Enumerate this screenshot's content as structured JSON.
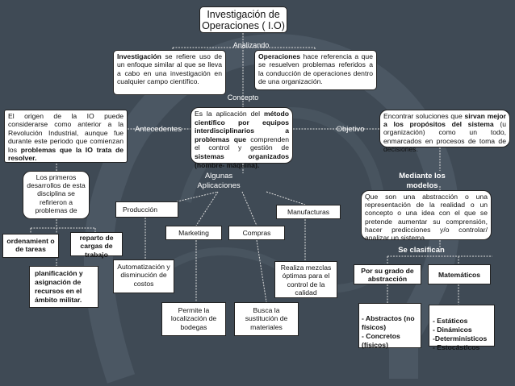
{
  "title": "Investigación de Operaciones ( I.O)",
  "labels": {
    "analizando": "Analizando",
    "concepto": "Concepto",
    "antecedentes": "Antecedentes",
    "objetivo": "Objetivo",
    "algunas_aplicaciones": "Algunas Aplicaciones",
    "mediante_modelos": "Mediante los modelos",
    "se_clasifican": "Se clasifican"
  },
  "boxes": {
    "investigacion": {
      "bold": "Investigación",
      "text": " se refiere uso de un enfoque similar al que se lleva a cabo en una investigación en cualquier campo científico."
    },
    "operaciones": {
      "bold": "Operaciones",
      "text": " hace referencia a que se resuelven problemas referidos a la conducción de operaciones dentro de una organización."
    },
    "concepto": {
      "t1": "Es la aplicación del ",
      "b1": "método científico por equipos interdisciplinarios a problemas que",
      "t2": " comprenden el control y gestión de ",
      "b2": "sistemas organizados (hombre- máquina)."
    },
    "antecedentes": {
      "t1": "El origen de la IO puede considerarse como anterior a la Revolución Industrial, aunque fue durante este periodo que comienzan los ",
      "b1": "problemas que la IO trata de resolver."
    },
    "objetivo": {
      "t1": "Encontrar soluciones que ",
      "b1": "sirvan mejor a los propósitos del sistema",
      "t2": " (u organización) como un todo, enmarcados en procesos de toma de decisiones."
    },
    "primeros_desarrollos": "Los primeros desarrollos de esta disciplina se refirieron a problemas de",
    "ordenamiento": "ordenamient o de tareas",
    "reparto": "reparto de cargas de trabajo",
    "planificacion": "planificación y asignación de recursos en el ámbito militar.",
    "produccion": "Producción",
    "marketing": "Marketing",
    "compras": "Compras",
    "manufacturas": "Manufacturas",
    "automatizacion": "Automatización y disminución de costos",
    "permite": "Permite la localización de bodegas",
    "busca": "Busca la sustitución de materiales",
    "realiza": "Realiza mezclas óptimas para el control de la calidad",
    "modelos": "Que son una abstracción o una representación de la realidad o un concepto o una idea con el que se pretende aumentar su comprensión, hacer predicciones y/o controlar/ analizar un sistema.",
    "grado": "Por su grado de abstracción",
    "matematicos": "Matemáticos",
    "abstractos": "- Abstractos (no físicos)\n- Concretos (físicos)",
    "estaticos": "- Estáticos\n- Dinámicos\n-Determinísticos\n- Estocásticos"
  }
}
